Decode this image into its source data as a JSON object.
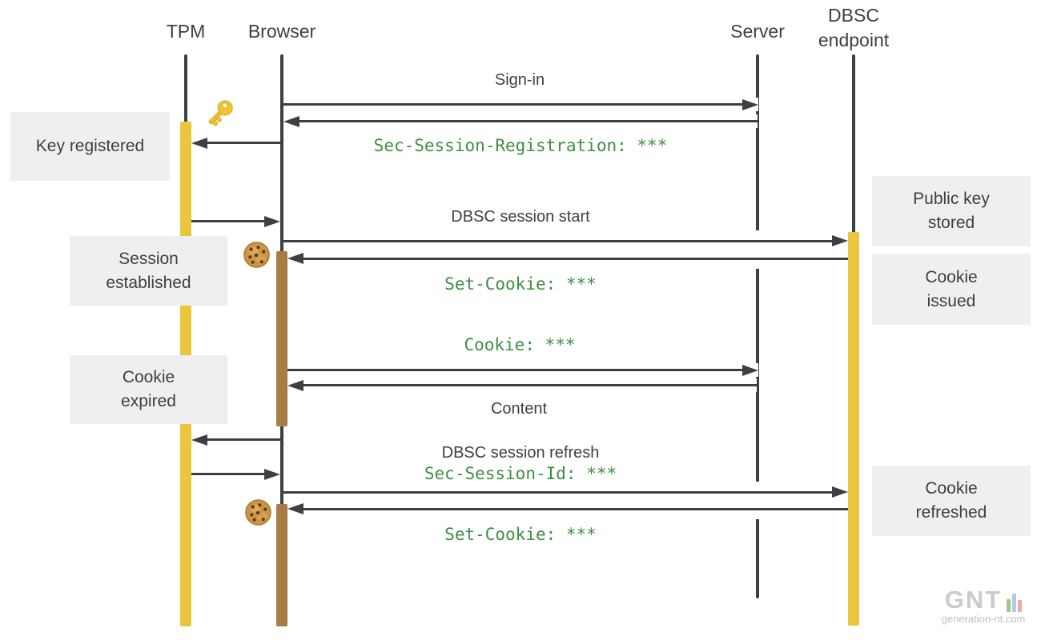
{
  "diagram": {
    "title_implicit": "DBSC session sequence",
    "actors": [
      {
        "id": "tpm",
        "label": "TPM",
        "lines": [
          "TPM"
        ]
      },
      {
        "id": "browser",
        "label": "Browser",
        "lines": [
          "Browser"
        ]
      },
      {
        "id": "server",
        "label": "Server",
        "lines": [
          "Server"
        ]
      },
      {
        "id": "dbsc-endpoint",
        "label": "DBSC endpoint",
        "lines": [
          "DBSC",
          "endpoint"
        ]
      }
    ],
    "messages": [
      {
        "text": "Sign-in",
        "kind": "plain",
        "from": "Browser",
        "to": "Server"
      },
      {
        "text": "Sec-Session-Registration: ***",
        "kind": "code",
        "from": "Server",
        "to": "Browser"
      },
      {
        "text": "DBSC session start",
        "kind": "plain",
        "from": "Browser",
        "to": "DBSC endpoint"
      },
      {
        "text": "Set-Cookie: ***",
        "kind": "code",
        "from": "DBSC endpoint",
        "to": "Browser"
      },
      {
        "text": "Cookie: ***",
        "kind": "code",
        "from": "Browser",
        "to": "Server"
      },
      {
        "text": "Content",
        "kind": "plain",
        "from": "Server",
        "to": "Browser"
      },
      {
        "text": "DBSC session refresh",
        "kind": "plain",
        "from": "Browser",
        "to": "DBSC endpoint"
      },
      {
        "text": "Sec-Session-Id: ***",
        "kind": "code",
        "from": "Browser",
        "to": "DBSC endpoint"
      },
      {
        "text": "Set-Cookie: ***",
        "kind": "code",
        "from": "DBSC endpoint",
        "to": "Browser"
      }
    ],
    "notes": [
      {
        "text": "Key registered",
        "lines": [
          "Key registered"
        ],
        "side": "left",
        "actor": "TPM"
      },
      {
        "text": "Session established",
        "lines": [
          "Session",
          "established"
        ],
        "side": "left",
        "actor": "TPM"
      },
      {
        "text": "Cookie expired",
        "lines": [
          "Cookie",
          "expired"
        ],
        "side": "left",
        "actor": "TPM"
      },
      {
        "text": "Public key stored",
        "lines": [
          "Public key",
          "stored"
        ],
        "side": "right",
        "actor": "DBSC endpoint"
      },
      {
        "text": "Cookie issued",
        "lines": [
          "Cookie",
          "issued"
        ],
        "side": "right",
        "actor": "DBSC endpoint"
      },
      {
        "text": "Cookie refreshed",
        "lines": [
          "Cookie",
          "refreshed"
        ],
        "side": "right",
        "actor": "DBSC endpoint"
      }
    ],
    "icons": [
      {
        "name": "key-icon",
        "meaning": "key registered in TPM"
      },
      {
        "name": "cookie-icon",
        "meaning": "cookie issued"
      },
      {
        "name": "cookie-icon",
        "meaning": "cookie refreshed"
      }
    ],
    "colors": {
      "line": "#3c4043",
      "code_green": "#3e8e41",
      "tpm_activation": "#e9c63d",
      "browser_activation": "#aa7c45",
      "note_bg": "#efefef"
    }
  },
  "watermark": {
    "logo": "GNT",
    "site": "generation-nt.com"
  }
}
